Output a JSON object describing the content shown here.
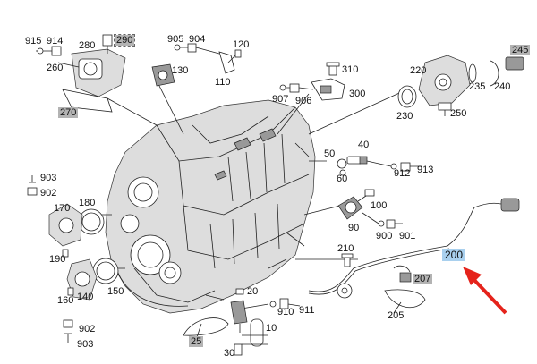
{
  "colors": {
    "gray_label": "#b3b3b3",
    "highlight_label": "#a9d0ee",
    "arrow": "#e5231b"
  },
  "labels": {
    "l915": "915",
    "l914": "914",
    "l280": "280",
    "l290": "290",
    "l260": "260",
    "l270": "270",
    "l905": "905",
    "l904": "904",
    "l120": "120",
    "l130": "130",
    "l110": "110",
    "l310": "310",
    "l907": "907",
    "l906": "906",
    "l300": "300",
    "l245": "245",
    "l220": "220",
    "l235": "235",
    "l240": "240",
    "l230": "230",
    "l250": "250",
    "l50": "50",
    "l40": "40",
    "l60": "60",
    "l912": "912",
    "l913": "913",
    "l903a": "903",
    "l902a": "902",
    "l180": "180",
    "l170": "170",
    "l190": "190",
    "l100": "100",
    "l90": "90",
    "l900": "900",
    "l901": "901",
    "l210": "210",
    "l200": "200",
    "l207": "207",
    "l205": "205",
    "l150": "150",
    "l140": "140",
    "l160": "160",
    "l902b": "902",
    "l903b": "903",
    "l20": "20",
    "l910": "910",
    "l911": "911",
    "l10": "10",
    "l25": "25",
    "l30": "30"
  },
  "icons": {
    "arrow": "red-arrow-icon",
    "engine": "engine-block-illustration"
  }
}
